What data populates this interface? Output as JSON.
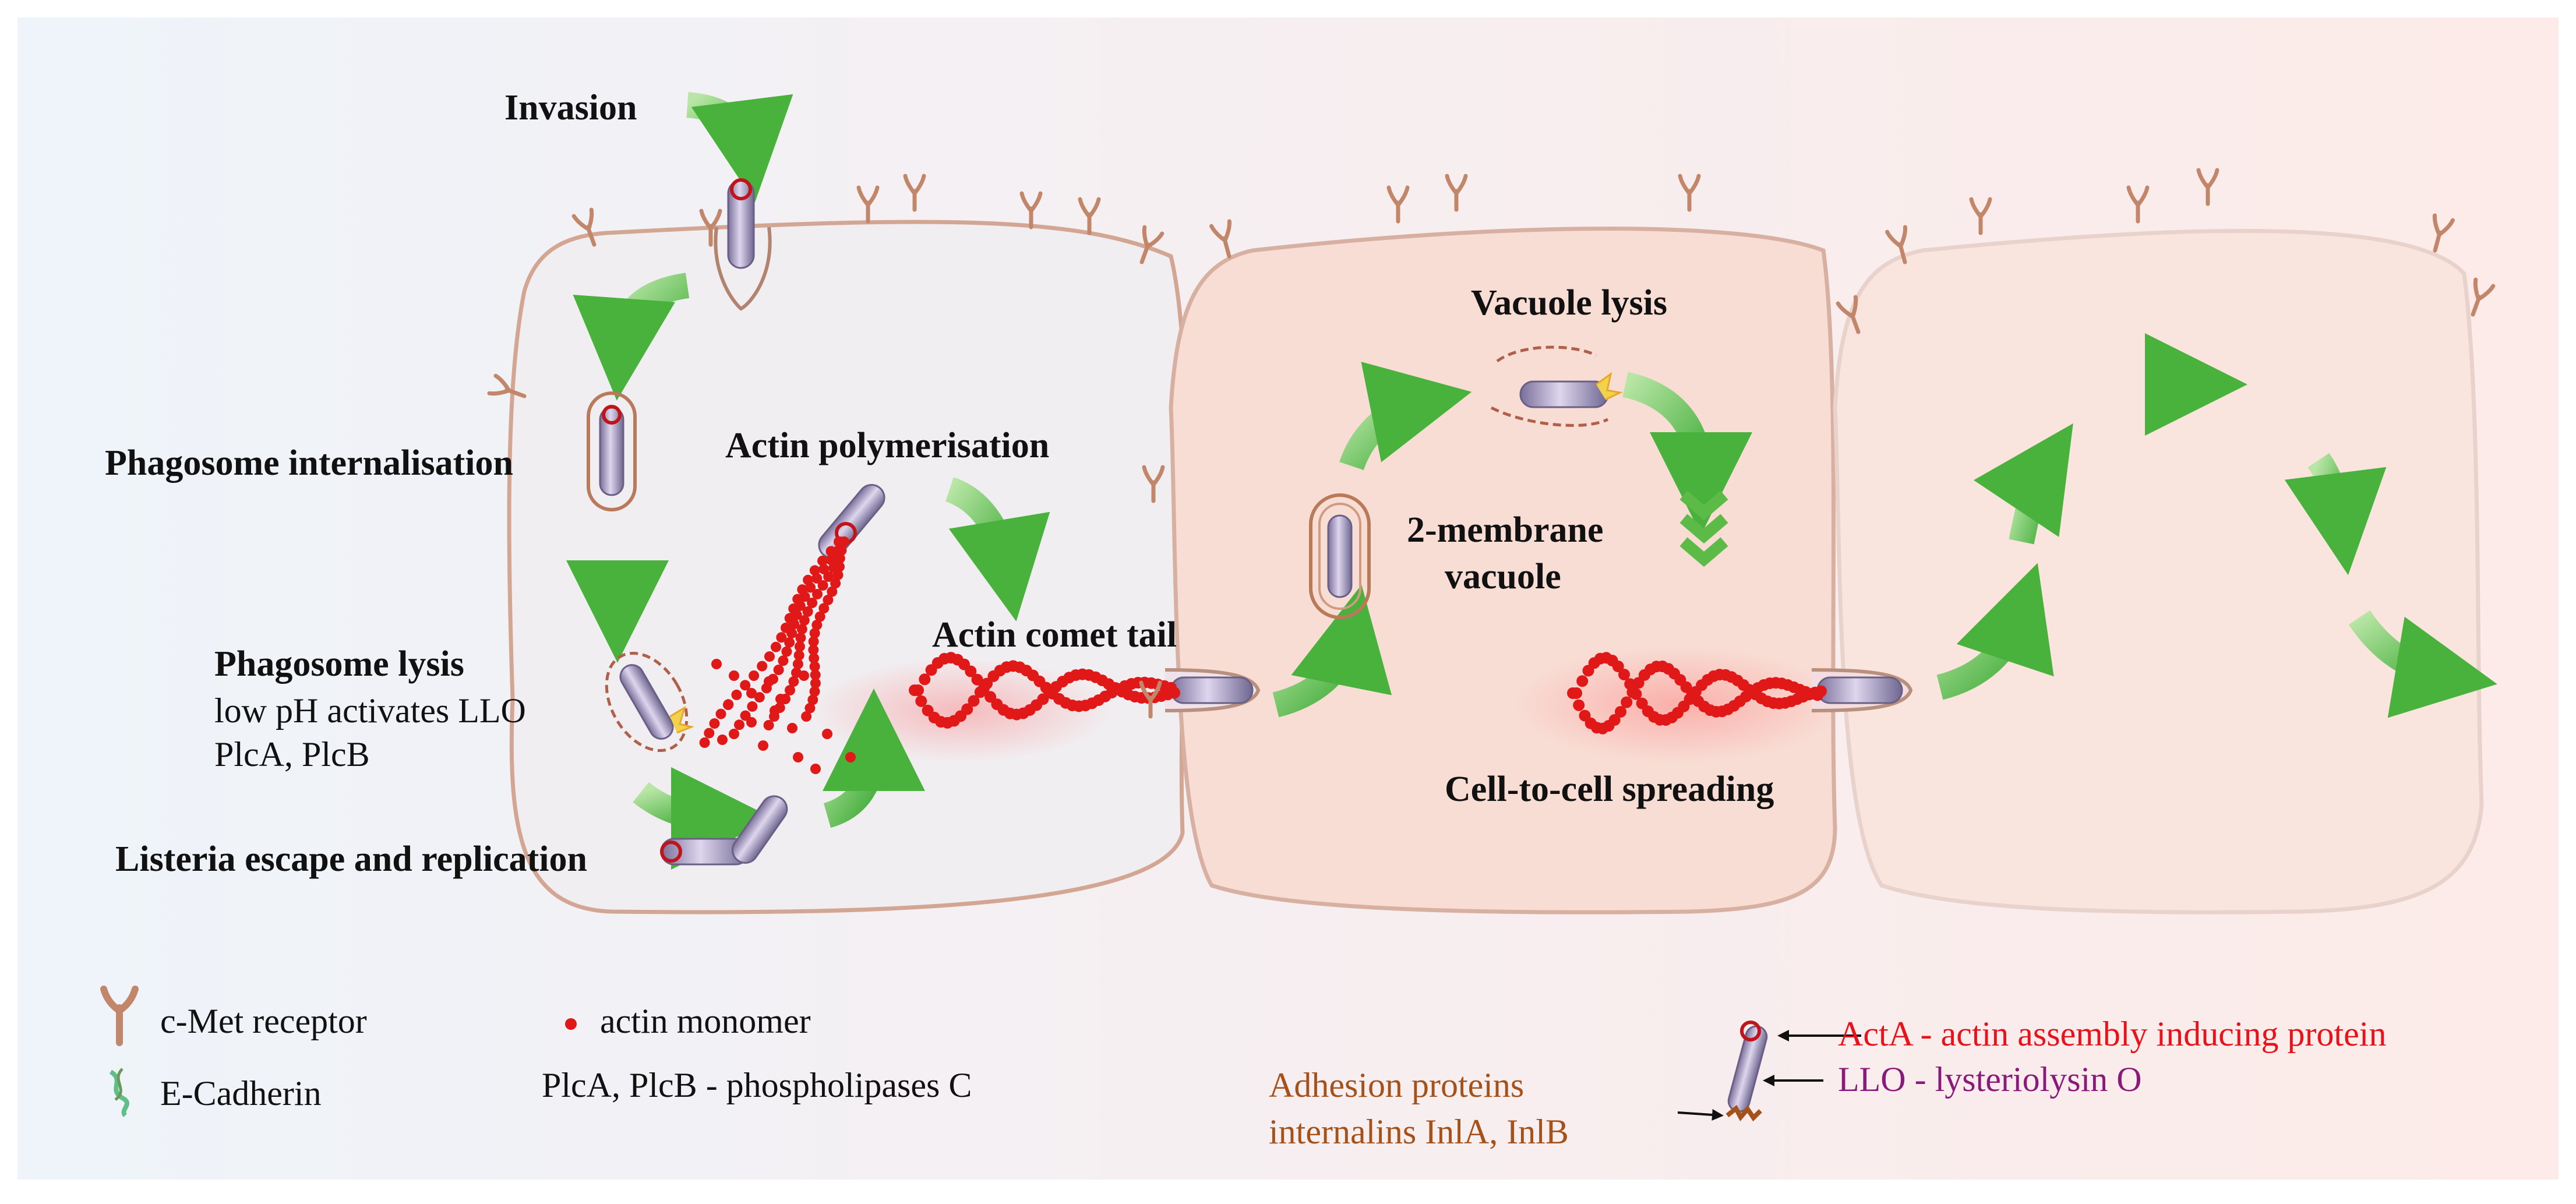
{
  "labels": {
    "invasion": "Invasion",
    "phagosome_internalisation": "Phagosome internalisation",
    "actin_polymerisation": "Actin polymerisation",
    "phagosome_lysis": "Phagosome lysis",
    "phagosome_lysis_line2": "low pH activates LLO",
    "phagosome_lysis_line3": "PlcA, PlcB",
    "escape_replication": "Listeria escape and replication",
    "actin_comet_tail": "Actin comet tail",
    "vacuole_lysis": "Vacuole lysis",
    "two_membrane_line1": "2-membrane",
    "two_membrane_line2": "vacuole",
    "cell_to_cell": "Cell-to-cell spreading"
  },
  "legend": {
    "cmet": "c-Met receptor",
    "ecadherin": "E-Cadherin",
    "actin_monomer": "actin monomer",
    "plc": "PlcA, PlcB - phospholipases C",
    "adhesion_line1": "Adhesion proteins",
    "adhesion_line2": "internalins InlA, InlB",
    "acta": "ActA - actin assembly inducing protein",
    "llo": "LLO - lysteriolysin O"
  },
  "colors": {
    "arrow_green": "#4fb840",
    "acta_red": "#e8121b",
    "llo_purple": "#8a1a7a",
    "adhesion_brown": "#a4521a",
    "actin_red": "#e11818",
    "cell1_fill": "#f1eef1",
    "cell2_fill": "#f8ddd5",
    "cell3_fill": "#fae4de"
  }
}
